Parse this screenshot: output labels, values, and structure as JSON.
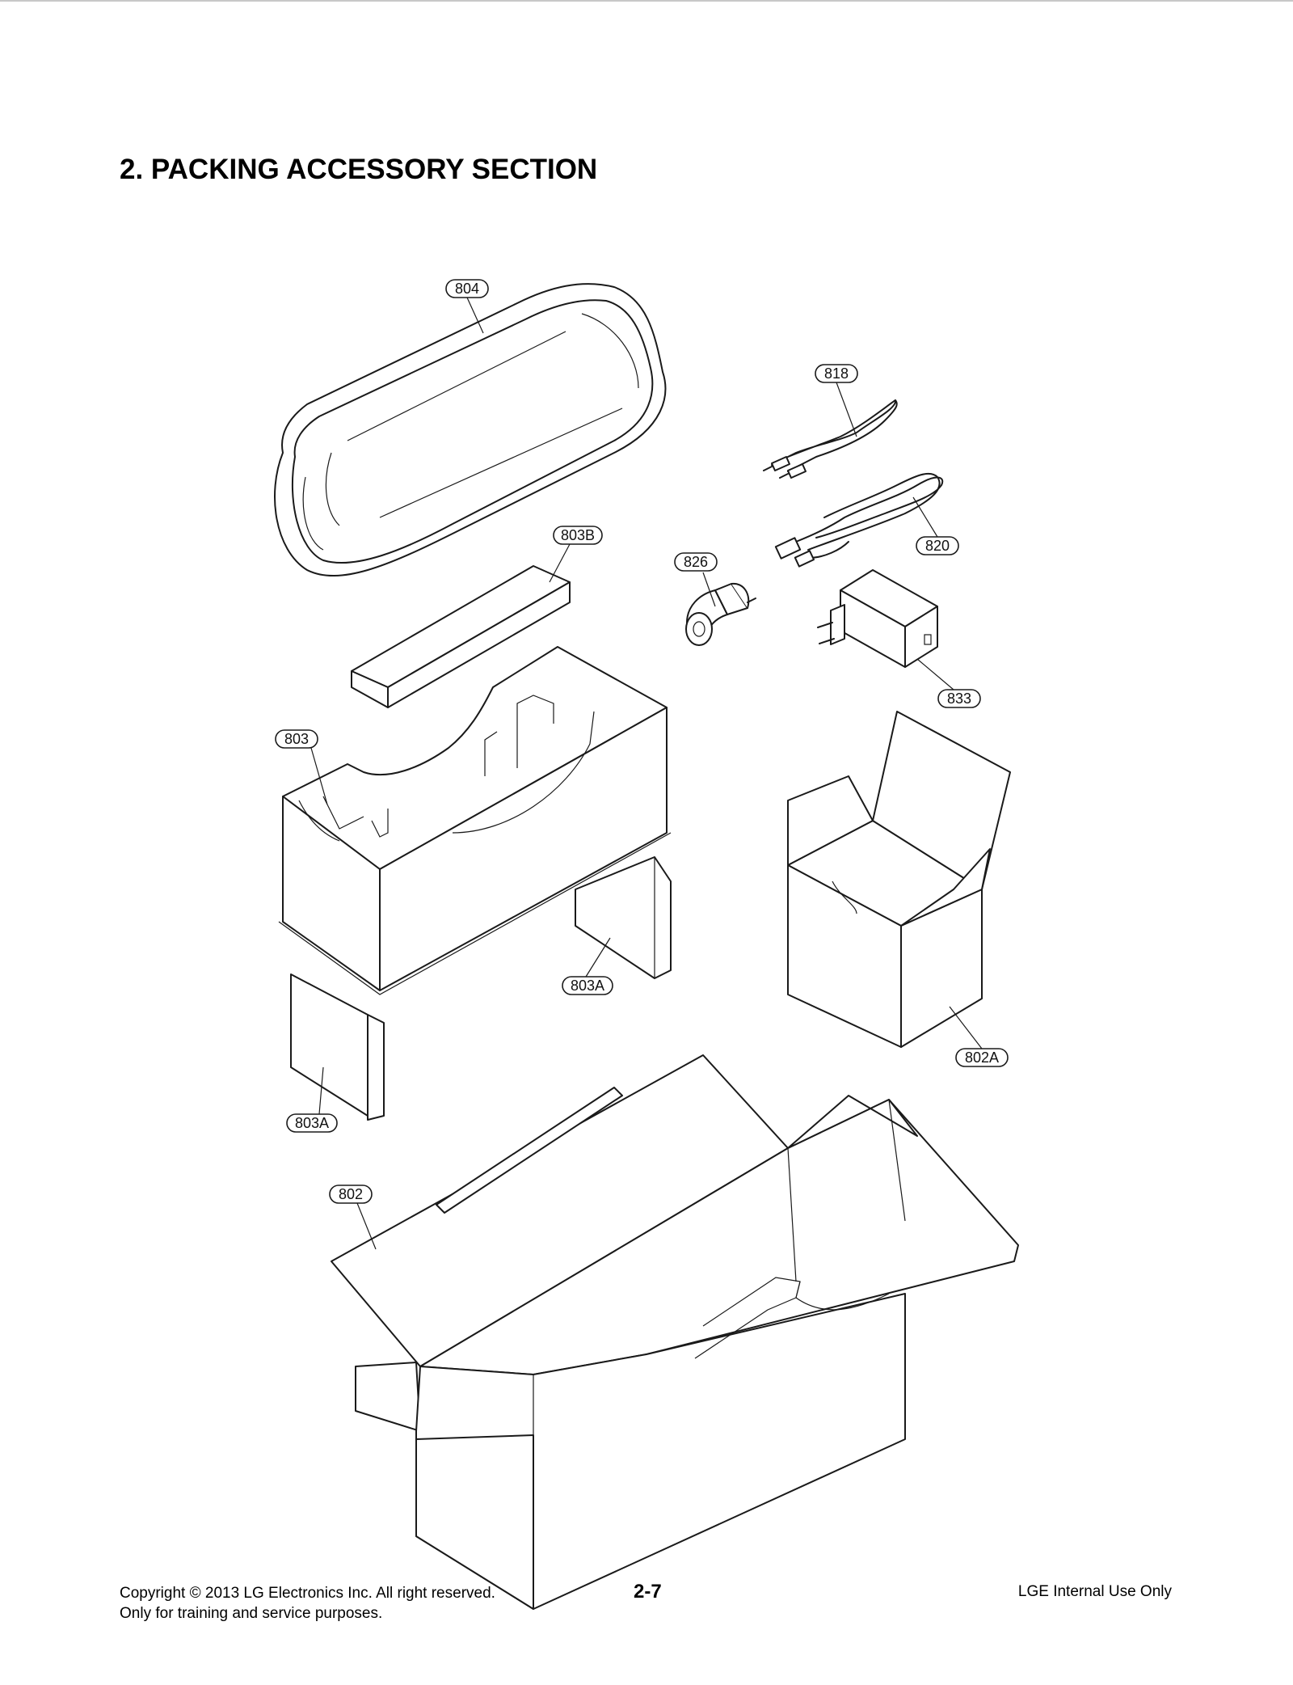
{
  "page": {
    "title": "2. PACKING ACCESSORY SECTION",
    "page_number": "2-7"
  },
  "callouts": {
    "c804": "804",
    "c818": "818",
    "c820": "820",
    "c803b": "803B",
    "c826": "826",
    "c833": "833",
    "c803": "803",
    "c803a_right": "803A",
    "c803a_left": "803A",
    "c802a": "802A",
    "c802": "802"
  },
  "footer": {
    "copyright_line1": "Copyright © 2013 LG Electronics Inc. All right reserved.",
    "copyright_line2": "Only for training and service purposes.",
    "internal": "LGE Internal Use Only"
  }
}
